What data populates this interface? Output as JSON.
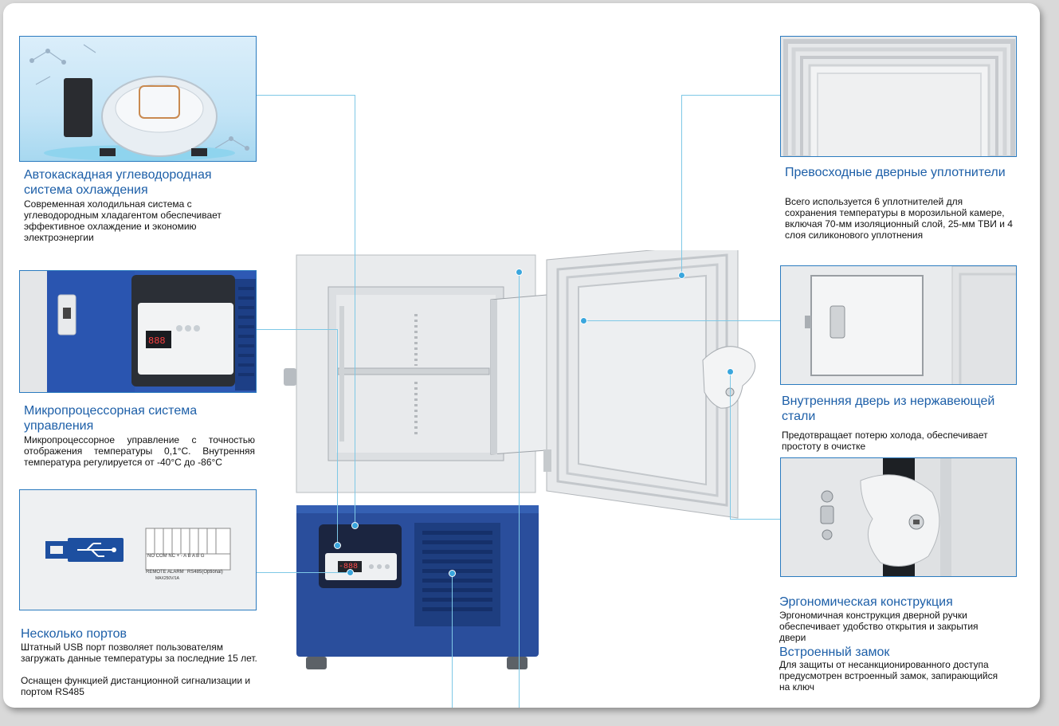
{
  "features": {
    "cooling": {
      "title": "Автокаскадная углеводородная система охлаждения",
      "desc": "Современная холодильная система с углеводородным хладагентом обеспечивает эффективное охлаждение и экономию электроэнергии"
    },
    "control": {
      "title": "Микропроцессорная система управления",
      "desc": "Микропроцессорное управление с точностью отображения температуры 0,1°C. Внутренняя температура регулируется от -40°C до -86°C"
    },
    "ports": {
      "title": "Несколько портов",
      "desc1": "Штатный USB порт позволяет пользователям загружать данные температуры за последние 15 лет.",
      "desc2": "Оснащен функцией дистанционной сигнализации и портом RS485"
    },
    "seals": {
      "title": "Превосходные дверные уплотнители",
      "desc": "Всего используется 6 уплотнителей для сохранения температуры в морозильной камере, включая 70-мм изоляционный слой, 25-мм ТВИ и 4 слоя силиконового уплотнения"
    },
    "inner_door": {
      "title": "Внутренняя дверь из нержавеющей стали",
      "desc": "Предотвращает потерю холода, обеспечивает простоту в очистке"
    },
    "ergonomic": {
      "title": "Эргономическая конструкция",
      "desc": "Эргономичная конструкция дверной ручки обеспечивает удобство открытия и закрытия двери"
    },
    "lock": {
      "title": "Встроенный замок",
      "desc": "Для защиты от несанкционированного доступа предусмотрен встроенный замок, запирающийся на ключ"
    }
  },
  "panel_labels": {
    "display_value": "-888",
    "terminal_row": "NO COM NC  +  -  A  B  A  B  G",
    "remote_alarm": "REMOTE ALARM",
    "rs485": "RS485(Optional)",
    "rating": "MAX250V/1A"
  },
  "colors": {
    "title_blue": "#1d5fa8",
    "callout_line": "#7ec8e6",
    "cabinet_blue": "#2a4e9c",
    "body_white": "#eef0f2"
  }
}
